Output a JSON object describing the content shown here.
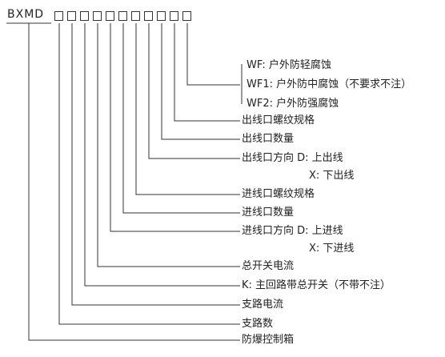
{
  "code": "BXMD",
  "labels": {
    "wf": "WF: 户外防轻腐蚀",
    "wf1": "WF1: 户外防中腐蚀（不要求不注）",
    "wf2": "WF2: 户外防强腐蚀",
    "out_thread": "出线口螺纹规格",
    "out_count": "出线口数量",
    "out_dir": "出线口方向 D: 上出线",
    "out_dir_x": "X: 下出线",
    "in_thread": "进线口螺纹规格",
    "in_count": "进线口数量",
    "in_dir": "进线口方向 D: 上进线",
    "in_dir_x": "X: 下进线",
    "main_current": "总开关电流",
    "k_switch": "K: 主回路带总开关（不带不注）",
    "branch_current": "支路电流",
    "branch_count": "支路数",
    "explosion_box": "防爆控制箱"
  },
  "colors": {
    "line": "#333333",
    "text": "#222222"
  }
}
